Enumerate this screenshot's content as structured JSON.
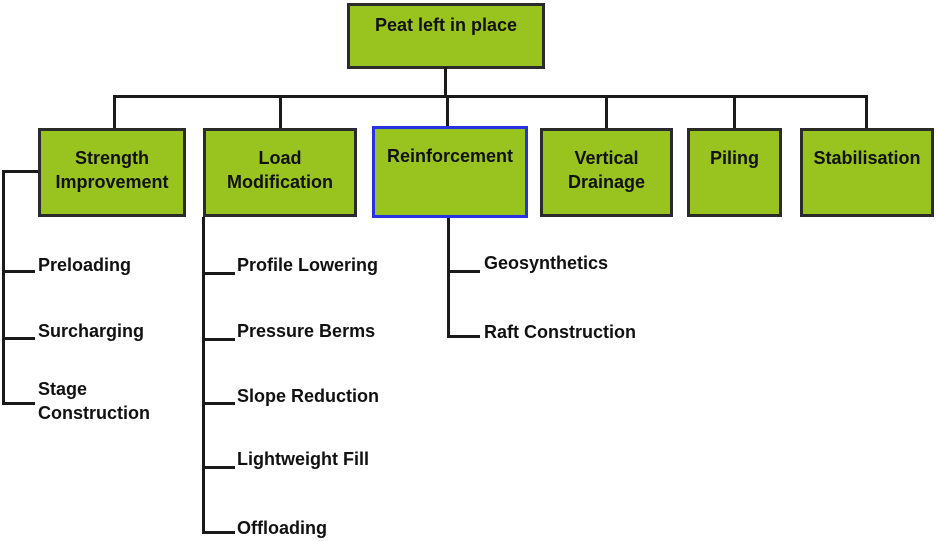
{
  "diagram": {
    "root_label": "Peat left in place",
    "categories": [
      {
        "label": "Strength Improvement",
        "highlighted": false,
        "children": [
          "Preloading",
          "Surcharging",
          "Stage Construction"
        ]
      },
      {
        "label": "Load Modification",
        "highlighted": false,
        "children": [
          "Profile Lowering",
          "Pressure Berms",
          "Slope Reduction",
          "Lightweight Fill",
          "Offloading"
        ]
      },
      {
        "label": "Reinforcement",
        "highlighted": true,
        "children": [
          "Geosynthetics",
          "Raft Construction"
        ]
      },
      {
        "label": "Vertical Drainage",
        "highlighted": false,
        "children": []
      },
      {
        "label": "Piling",
        "highlighted": false,
        "children": []
      },
      {
        "label": "Stabilisation",
        "highlighted": false,
        "children": []
      }
    ]
  },
  "colors": {
    "box_fill": "#99C31E",
    "box_border": "#2B2B2B",
    "highlight_border": "#2832E2",
    "connector": "#1A1A1A",
    "text": "#111111",
    "background": "#FFFFFF"
  }
}
